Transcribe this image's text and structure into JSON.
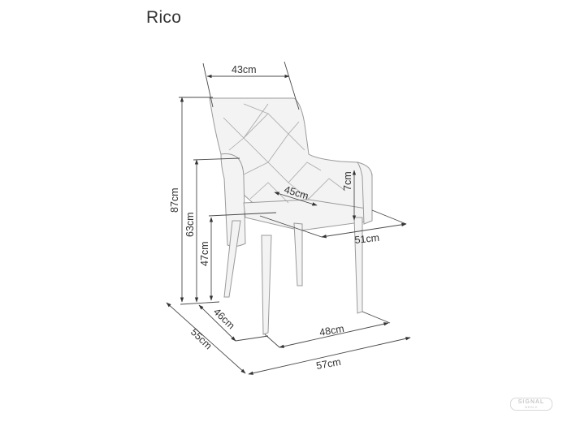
{
  "title": "Rico",
  "logo": {
    "text": "SIGNAL",
    "subtext": "MEBLE"
  },
  "colors": {
    "line": "#4a4a4a",
    "chair_fill": "#f3f3f3",
    "chair_stroke": "#9a9a9a",
    "text": "#333333",
    "background": "#ffffff"
  },
  "dimensions": {
    "backrest_width": "43cm",
    "total_height": "87cm",
    "armrest_height": "63cm",
    "seat_height": "47cm",
    "seat_depth": "45cm",
    "armrest_above_seat": "7cm",
    "seat_width": "51cm",
    "leg_depth": "46cm",
    "total_depth": "55cm",
    "leg_width": "48cm",
    "total_width": "57cm"
  }
}
